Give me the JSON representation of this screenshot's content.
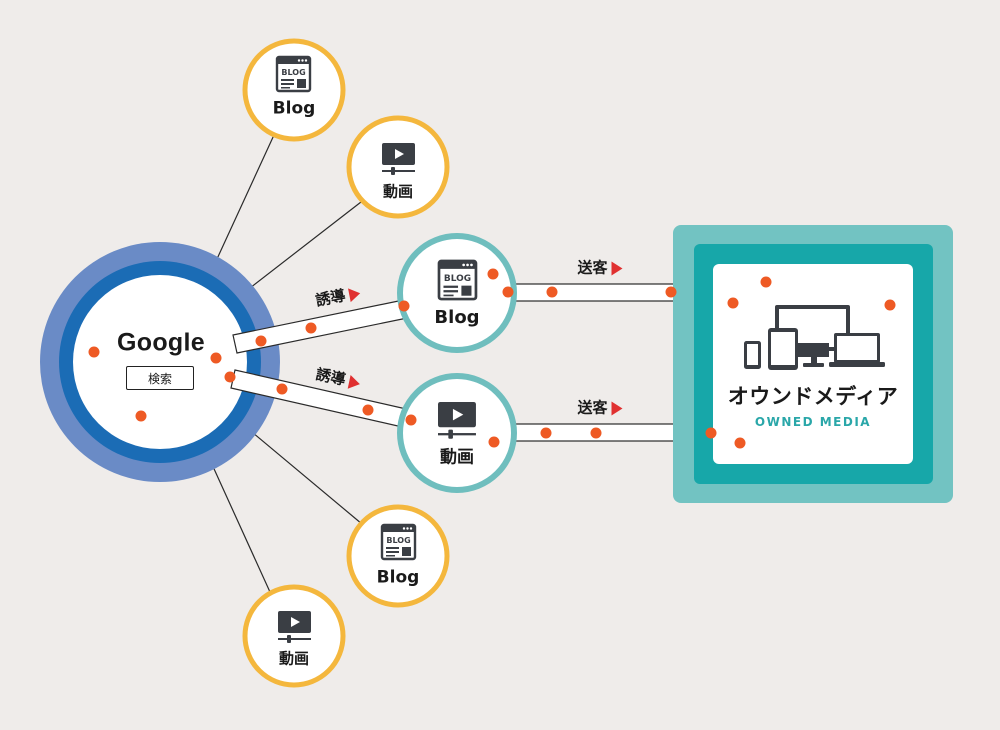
{
  "hub": {
    "title": "Google",
    "button": "検索"
  },
  "outer_nodes": [
    {
      "label": "Blog",
      "icon": "blog-icon",
      "badge": "BLOG"
    },
    {
      "label": "動画",
      "icon": "video-icon"
    },
    {
      "label": "Blog",
      "icon": "blog-icon",
      "badge": "BLOG"
    },
    {
      "label": "動画",
      "icon": "video-icon"
    }
  ],
  "middle_nodes": [
    {
      "label": "Blog",
      "icon": "blog-icon",
      "badge": "BLOG"
    },
    {
      "label": "動画",
      "icon": "video-icon"
    }
  ],
  "flows": {
    "guide_label": "誘導",
    "send_label": "送客"
  },
  "owned_media": {
    "title": "オウンドメディア",
    "subtitle": "OWNED MEDIA",
    "icon": "devices-icon"
  },
  "colors": {
    "background": "#efecea",
    "google_ring_outer": "#6a8bc6",
    "google_ring_inner": "#1b6cb5",
    "node_outline_yellow": "#f4b73d",
    "node_outline_teal": "#6fbebe",
    "owned_outer": "#72c3c2",
    "owned_inner": "#17a7a9",
    "dot": "#ee5a24",
    "arrow": "#e03030",
    "icon": "#3a3e44"
  }
}
